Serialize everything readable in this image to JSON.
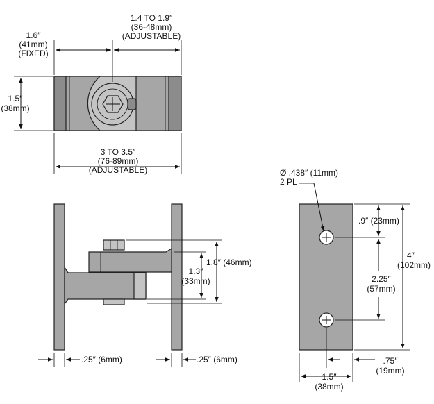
{
  "colors": {
    "part_fill": "#a6a6a6",
    "ink": "#111111"
  },
  "top_view": {
    "fixed_width": [
      "1.6″",
      "(41mm)",
      "(FIXED)"
    ],
    "adjustable_width": [
      "1.4 TO 1.9″",
      "(36-48mm)",
      "(ADJUSTABLE)"
    ],
    "height": [
      "1.5″",
      "(38mm)"
    ],
    "overall_width": [
      "3 TO 3.5″",
      "(76-89mm)",
      "(ADJUSTABLE)"
    ]
  },
  "side_view": {
    "clamp_height": "1.8″ (46mm)",
    "arm_height": [
      "1.3″",
      "(33mm)"
    ],
    "left_thickness": ".25″ (6mm)",
    "right_thickness": ".25″ (6mm)"
  },
  "plate_view": {
    "hole_label": [
      "Ø .438″ (11mm)",
      "2 PL"
    ],
    "top_offset": ".9″ (23mm)",
    "height": [
      "4″",
      "(102mm)"
    ],
    "hole_spacing": [
      "2.25″",
      "(57mm)"
    ],
    "width": [
      "1.5″",
      "(38mm)"
    ],
    "edge_offset": [
      ".75″",
      "(19mm)"
    ]
  }
}
